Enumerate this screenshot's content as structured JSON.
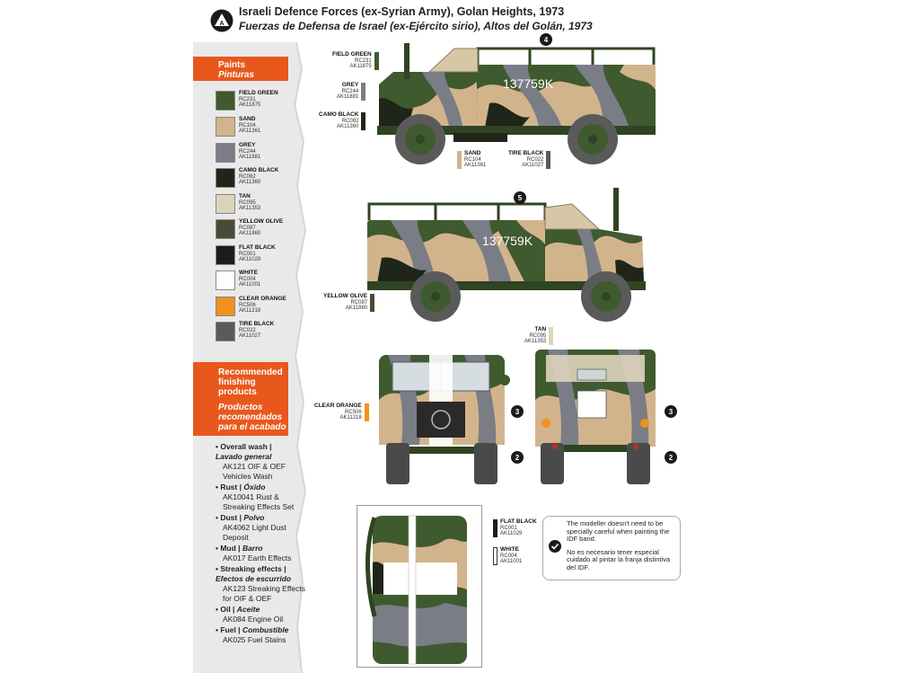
{
  "header": {
    "badge_letter": "A",
    "title_en": "Israeli Defence Forces (ex-Syrian Army), Golan Heights, 1973",
    "title_es": "Fuerzas de Defensa de Israel (ex-Ejército sirio), Altos del Golán, 1973"
  },
  "paints": {
    "heading": "Paints",
    "heading_es": "Pinturas",
    "items": [
      {
        "name": "FIELD GREEN",
        "code1": "RC231",
        "code2": "AK11875",
        "color": "#3f5a2e"
      },
      {
        "name": "SAND",
        "code1": "RC104",
        "code2": "AK11361",
        "color": "#d2b48c"
      },
      {
        "name": "GREY",
        "code1": "RC244",
        "code2": "AK11881",
        "color": "#7a7d86"
      },
      {
        "name": "CAMO BLACK",
        "code1": "RC082",
        "code2": "AK11360",
        "color": "#1f2519"
      },
      {
        "name": "TAN",
        "code1": "RC095",
        "code2": "AK11353",
        "color": "#ddd3bd"
      },
      {
        "name": "YELLOW OLIVE",
        "code1": "RC087",
        "code2": "AK11860",
        "color": "#4a4a36"
      },
      {
        "name": "FLAT BLACK",
        "code1": "RC001",
        "code2": "AK11029",
        "color": "#1c1c1c"
      },
      {
        "name": "WHITE",
        "code1": "RC004",
        "code2": "AK11001",
        "color": "#ffffff"
      },
      {
        "name": "CLEAR ORANGE",
        "code1": "RC506",
        "code2": "AK11218",
        "color": "#f0921e"
      },
      {
        "name": "TIRE BLACK",
        "code1": "RC022",
        "code2": "AK11027",
        "color": "#5a5a5a"
      }
    ]
  },
  "finishing": {
    "heading": "Recommended finishing products",
    "heading_es": "Productos recomendados para el acabado",
    "items": [
      {
        "title": "Overall wash |",
        "title_es": "Lavado general",
        "product": "AK121 OIF & OEF Vehicles Wash"
      },
      {
        "title": "Rust |",
        "title_es": "Óxido",
        "product": "AK10041 Rust & Streaking Effects Set"
      },
      {
        "title": "Dust |",
        "title_es": "Polvo",
        "product": "AK4062 Light Dust Deposit"
      },
      {
        "title": "Mud |",
        "title_es": "Barro",
        "product": "AK017 Earth Effects"
      },
      {
        "title": "Streaking effects |",
        "title_es": "Efectos de escurrido",
        "product": "AK123 Streaking Effects for OIF & OEF"
      },
      {
        "title": "Oil |",
        "title_es": "Aceite",
        "product": "AK084 Engine Oil"
      },
      {
        "title": "Fuel |",
        "title_es": "Combustible",
        "product": "AK025 Fuel Stains"
      }
    ]
  },
  "callouts": {
    "field_green": {
      "name": "FIELD GREEN",
      "code1": "RC231",
      "code2": "AK11875"
    },
    "grey": {
      "name": "GREY",
      "code1": "RC244",
      "code2": "AK11881"
    },
    "camo_black": {
      "name": "CAMO BLACK",
      "code1": "RC082",
      "code2": "AK11360"
    },
    "sand": {
      "name": "SAND",
      "code1": "RC104",
      "code2": "AK11361"
    },
    "tire_black": {
      "name": "TIRE BLACK",
      "code1": "RC022",
      "code2": "AK11027"
    },
    "yellow_olive": {
      "name": "YELLOW OLIVE",
      "code1": "RC087",
      "code2": "AK11860"
    },
    "tan": {
      "name": "TAN",
      "code1": "RC095",
      "code2": "AK11353"
    },
    "clear_orange": {
      "name": "CLEAR ORANGE",
      "code1": "RC506",
      "code2": "AK11218"
    },
    "flat_black": {
      "name": "FLAT BLACK",
      "code1": "RC001",
      "code2": "AK11029"
    },
    "white": {
      "name": "WHITE",
      "code1": "RC004",
      "code2": "AK11001"
    }
  },
  "markings": {
    "serial_left": "137759K",
    "serial_right": "137759K"
  },
  "markers": {
    "m4": "4",
    "m5": "5",
    "m3a": "3",
    "m3b": "3",
    "m2a": "2",
    "m2b": "2"
  },
  "note": {
    "en": "The modeller doesn't need to be specially careful when painting the IDF band.",
    "es": "No es necesario tener especial cuidado al pintar la franja distintiva del IDF."
  }
}
